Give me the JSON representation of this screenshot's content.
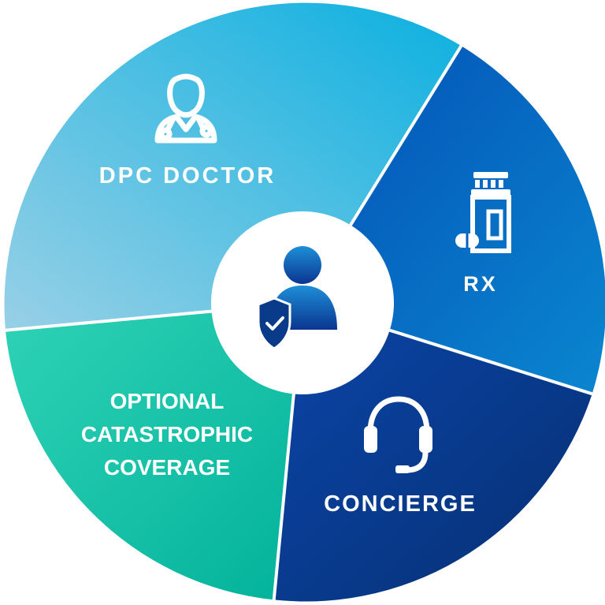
{
  "diagram": {
    "segments": [
      {
        "id": "dpc-doctor",
        "label_lines": [
          "DPC DOCTOR"
        ],
        "icon": "doctor-icon"
      },
      {
        "id": "rx",
        "label_lines": [
          "RX"
        ],
        "icon": "pill-bottle-icon"
      },
      {
        "id": "concierge",
        "label_lines": [
          "CONCIERGE"
        ],
        "icon": "headset-icon"
      },
      {
        "id": "catastrophic",
        "label_lines": [
          "OPTIONAL",
          "CATASTROPHIC",
          "COVERAGE"
        ],
        "icon": ""
      }
    ],
    "center": {
      "icon": "protected-member-icon"
    },
    "colors": {
      "dpc_doctor": [
        "#98d0e6",
        "#0bb0e0"
      ],
      "rx": [
        "#0a86cf",
        "#0350b6"
      ],
      "concierge": [
        "#0b46aa",
        "#062f72"
      ],
      "catastrophic": [
        "#2fd3b6",
        "#02b29a"
      ],
      "center_icon": [
        "#1e8fd8",
        "#0a3590"
      ],
      "shield": "#0a3a8a",
      "divider": "#ffffff"
    }
  }
}
